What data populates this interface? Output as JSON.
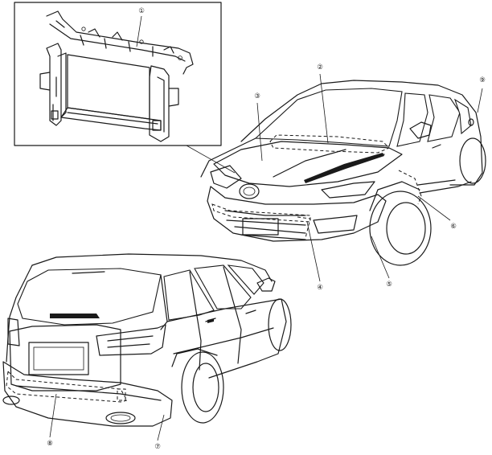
{
  "callouts": [
    {
      "id": "1",
      "label": "①"
    },
    {
      "id": "2",
      "label": "②"
    },
    {
      "id": "3",
      "label": "③"
    },
    {
      "id": "4",
      "label": "④"
    },
    {
      "id": "5",
      "label": "⑤"
    },
    {
      "id": "6",
      "label": "⑥"
    },
    {
      "id": "7",
      "label": "⑦"
    },
    {
      "id": "8",
      "label": "⑧"
    },
    {
      "id": "9",
      "label": "⑨"
    }
  ]
}
